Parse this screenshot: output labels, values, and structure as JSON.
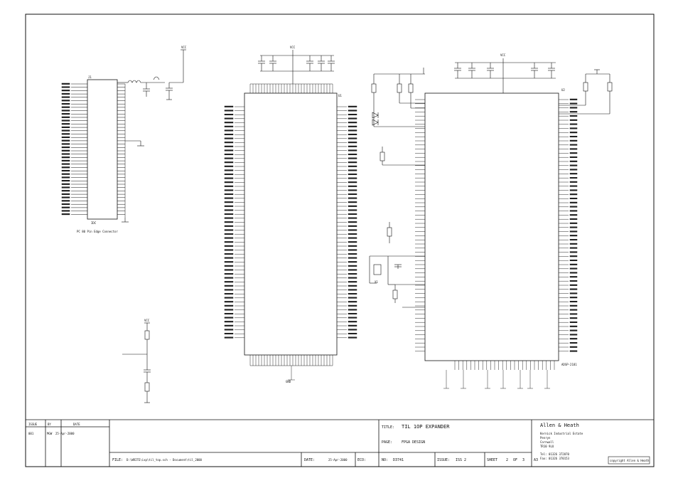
{
  "title_block": {
    "issue_header": "ISSUE",
    "by_header": "BY",
    "date_header": "DATE",
    "issue_value": "001",
    "by_value": "MGW",
    "date_value": "25-Apr-2000",
    "title_label": "TITLE:",
    "title_value": "TIL 1OP EXPANDER",
    "page_label": "PAGE:",
    "page_value": "FPGA DESIGN",
    "file_label": "FILE:",
    "file_value": "D:\\WRITE\\ixp\\til_top.sch - Document\\til_2000",
    "date_label": "DATE:",
    "eco_label": "ECO:",
    "no_label": "NO:",
    "no_value": "D3741",
    "issue_label": "ISSUE:",
    "issue2_value": "ISS 2",
    "sheet_label": "SHEET",
    "sheet_value": "2",
    "of_label": "OF",
    "of_value": "3",
    "size_value": "A3",
    "company_name": "Allen & Heath",
    "address_lines": [
      "Kernick Industrial Estate",
      "Penryn",
      "Cornwall",
      "TR10 9LU"
    ],
    "tel": "Tel: 01326 372070",
    "fax": "Fax: 01326 370153",
    "copyright": "copyright Allen & Heath"
  },
  "components": {
    "conn_ref": "J1",
    "conn_part": "IDC",
    "conn_label": "PC 80 Pin Edge Connector",
    "fpga_ref": "U1",
    "dsp_ref": "U2",
    "dsp_part": "ADSP-2181",
    "vcc": "VCC",
    "gnd": "GND",
    "xtal": "X1"
  },
  "colors": {
    "ink": "#111111",
    "paper": "#ffffff"
  }
}
